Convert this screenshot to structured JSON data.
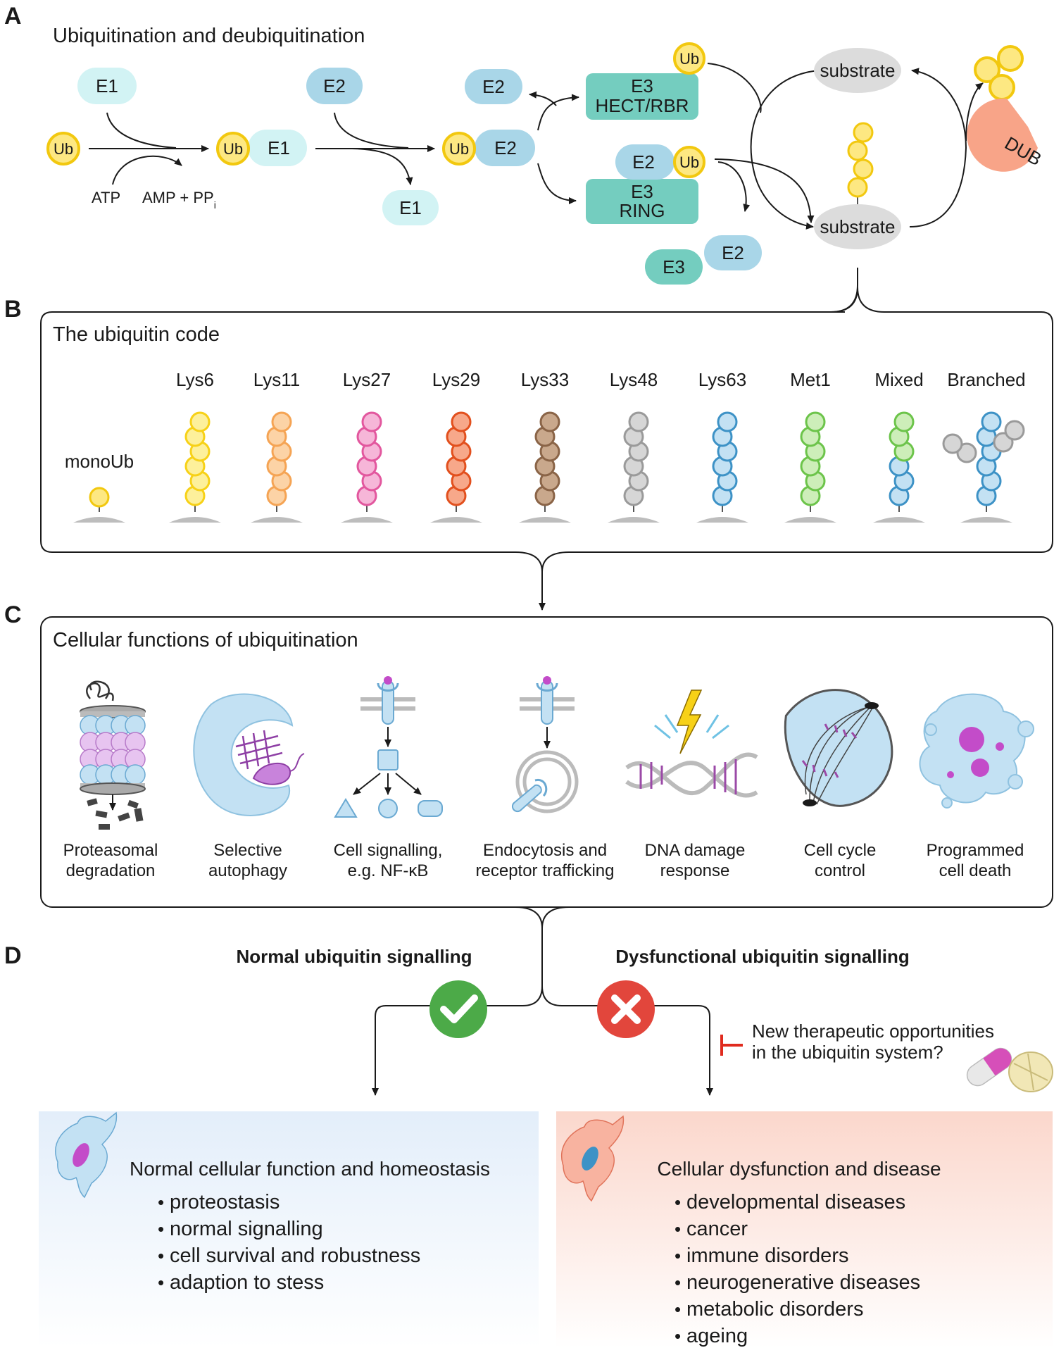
{
  "panels": {
    "a": {
      "letter": "A",
      "title": "Ubiquitination and deubiquitination",
      "labels": {
        "ub": "Ub",
        "e1": "E1",
        "e2": "E2",
        "e3": "E3",
        "hect_rbr": "HECT/RBR",
        "ring": "RING",
        "atp": "ATP",
        "amp_ppi": "AMP + PP",
        "ppi_sub": "i",
        "substrate": "substrate",
        "dub": "DUB"
      }
    },
    "b": {
      "letter": "B",
      "title": "The ubiquitin code",
      "mono_label": "monoUb",
      "chains": [
        {
          "label": "Lys6",
          "color": "#f7d117",
          "fill": "#fdf09b"
        },
        {
          "label": "Lys11",
          "color": "#f5a454",
          "fill": "#fcd3a6"
        },
        {
          "label": "Lys27",
          "color": "#e2579e",
          "fill": "#f6b6d8"
        },
        {
          "label": "Lys29",
          "color": "#e2501e",
          "fill": "#f7a88a"
        },
        {
          "label": "Lys33",
          "color": "#8a6447",
          "fill": "#c9a88c"
        },
        {
          "label": "Lys48",
          "color": "#9a9a9a",
          "fill": "#d6d6d6"
        },
        {
          "label": "Lys63",
          "color": "#3d92c6",
          "fill": "#c3e1f3"
        },
        {
          "label": "Met1",
          "color": "#6cc44a",
          "fill": "#cdeeb9"
        },
        {
          "label": "Mixed",
          "color": "#6cc44a",
          "fill": "#cdeeb9"
        },
        {
          "label": "Branched",
          "color": "#3d92c6",
          "fill": "#c3e1f3"
        }
      ]
    },
    "c": {
      "letter": "C",
      "title": "Cellular functions of ubiquitination",
      "functions": [
        {
          "line1": "Proteasomal",
          "line2": "degradation"
        },
        {
          "line1": "Selective",
          "line2": "autophagy"
        },
        {
          "line1": "Cell signalling,",
          "line2": "e.g. NF-κB"
        },
        {
          "line1": "Endocytosis and",
          "line2": "receptor trafficking"
        },
        {
          "line1": "DNA damage",
          "line2": "response"
        },
        {
          "line1": "Cell cycle",
          "line2": "control"
        },
        {
          "line1": "Programmed",
          "line2": "cell death"
        }
      ]
    },
    "d": {
      "letter": "D",
      "normal_title": "Normal ubiquitin signalling",
      "dysfunctional_title": "Dysfunctional ubiquitin signalling",
      "therapeutic_line1": "New therapeutic opportunities",
      "therapeutic_line2": "in the ubiquitin system?",
      "normal_box_title": "Normal cellular function and homeostasis",
      "normal_items": [
        "proteostasis",
        "normal signalling",
        "cell survival and robustness",
        "adaption to stess"
      ],
      "disease_box_title": "Cellular dysfunction and disease",
      "disease_items": [
        "developmental diseases",
        "cancer",
        "immune disorders",
        "neurogenerative diseases",
        "metabolic disorders",
        "ageing"
      ],
      "bullet": "•"
    }
  },
  "colors": {
    "ub_border": "#f2c80f",
    "ub_fill": "#fde882",
    "e1": "#d2f3f4",
    "e2": "#a9d6e8",
    "e3": "#74cdbf",
    "substrate": "#dcdcdc",
    "dub": "#f8a488",
    "normal_green": "#4caa48",
    "dys_red": "#e2463c",
    "normal_blue": "#3a7fc6",
    "disease_red": "#e02b1e"
  }
}
